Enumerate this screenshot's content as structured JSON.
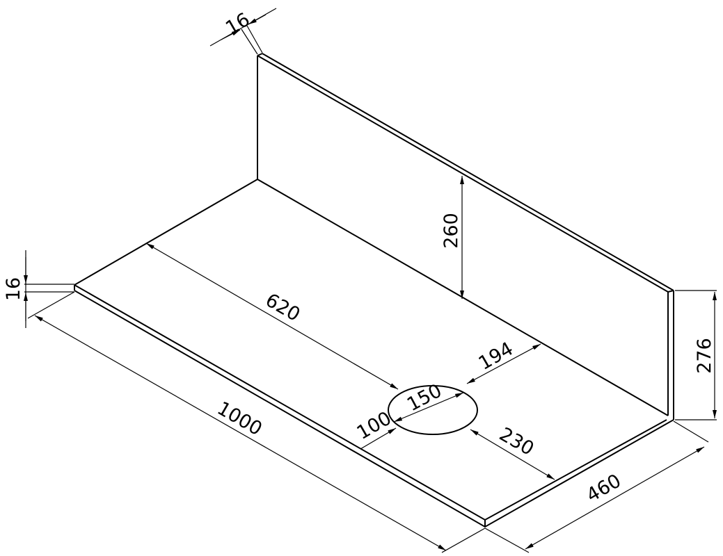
{
  "dimensions": {
    "backsplash_thickness": "16",
    "countertop_thickness": "16",
    "backsplash_height": "260",
    "total_height": "276",
    "length": "1000",
    "depth": "460",
    "hole_offset_length": "620",
    "hole_diameter": "150",
    "hole_offset_back": "194",
    "hole_offset_front": "100",
    "hole_offset_side": "230"
  },
  "colors": {
    "line": "#000000",
    "background": "#ffffff"
  }
}
